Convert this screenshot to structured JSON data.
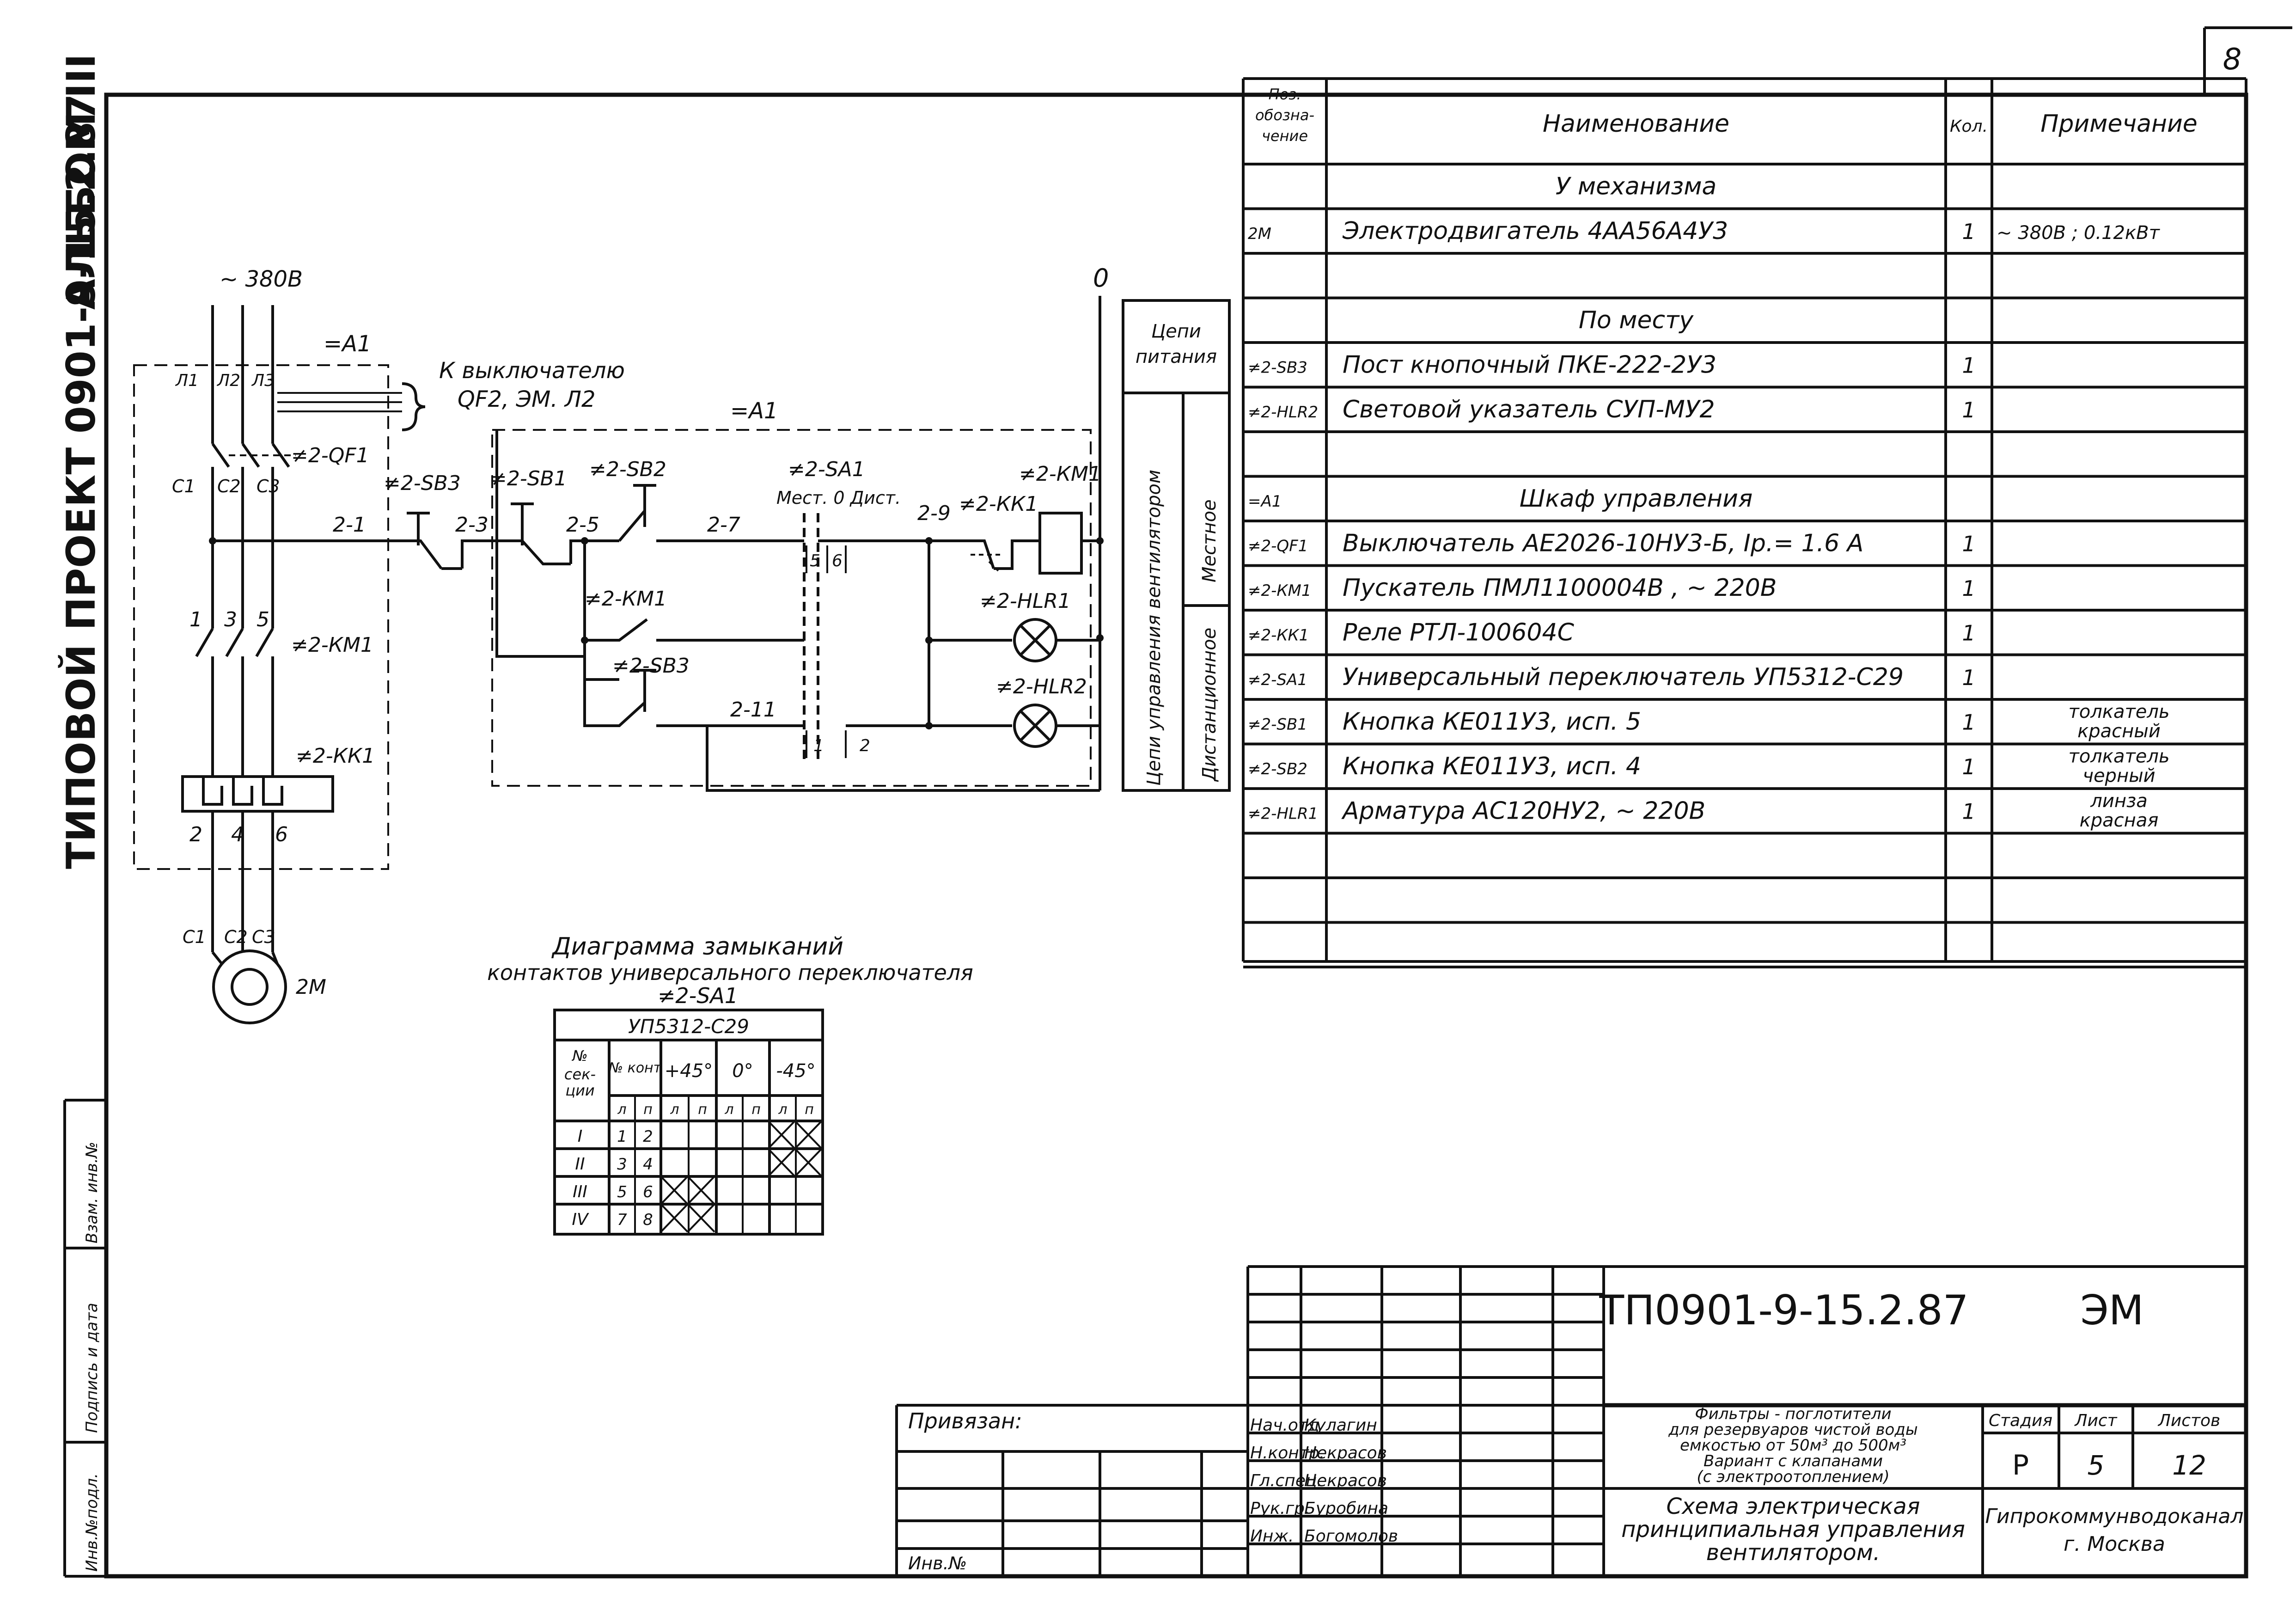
{
  "sheet_number": "8",
  "side": {
    "project": "ТИПОВОЙ ПРОЕКТ 0901-9-15.2.87",
    "album": "АЛЬБОМ III",
    "inv_podl": "Инв.№подл.",
    "podpis": "Подпись и дата",
    "vzam": "Взам. инв.№"
  },
  "spec": {
    "headers": [
      "Поз. обозна- чение",
      "Наименование",
      "Кол.",
      "Примечание"
    ],
    "rows": [
      {
        "pos": "",
        "name": "У механизма",
        "qty": "",
        "note": "",
        "group": true
      },
      {
        "pos": "2М",
        "name": "Электродвигатель 4АА56А4У3",
        "qty": "1",
        "note": "~ 380В ; 0.12кВт"
      },
      {
        "pos": "",
        "name": "",
        "qty": "",
        "note": ""
      },
      {
        "pos": "",
        "name": "По месту",
        "qty": "",
        "note": "",
        "group": true
      },
      {
        "pos": "≠2-SB3",
        "name": "Пост кнопочный ПКЕ-222-2У3",
        "qty": "1",
        "note": ""
      },
      {
        "pos": "≠2-HLR2",
        "name": "Световой указатель СУП-МУ2",
        "qty": "1",
        "note": ""
      },
      {
        "pos": "",
        "name": "",
        "qty": "",
        "note": ""
      },
      {
        "pos": "=А1",
        "name": "Шкаф управления",
        "qty": "",
        "note": "",
        "group": true
      },
      {
        "pos": "≠2-QF1",
        "name": "Выключатель АЕ2026-10НУ3-Б, Iр.= 1.6 А",
        "qty": "1",
        "note": ""
      },
      {
        "pos": "≠2-КМ1",
        "name": "Пускатель ПМЛ1100004В , ~ 220В",
        "qty": "1",
        "note": ""
      },
      {
        "pos": "≠2-КК1",
        "name": "Реле РТЛ-100604С",
        "qty": "1",
        "note": ""
      },
      {
        "pos": "≠2-SA1",
        "name": "Универсальный переключатель УП5312-С29",
        "qty": "1",
        "note": ""
      },
      {
        "pos": "≠2-SB1",
        "name": "Кнопка КЕ011У3, исп. 5",
        "qty": "1",
        "note": "толкатель красный"
      },
      {
        "pos": "≠2-SB2",
        "name": "Кнопка КЕ011У3, исп. 4",
        "qty": "1",
        "note": "толкатель черный"
      },
      {
        "pos": "≠2-HLR1",
        "name": "Арматура АС120НУ2, ~ 220В",
        "qty": "1",
        "note": "линза красная"
      },
      {
        "pos": "",
        "name": "",
        "qty": "",
        "note": ""
      },
      {
        "pos": "",
        "name": "",
        "qty": "",
        "note": ""
      },
      {
        "pos": "",
        "name": "",
        "qty": "",
        "note": ""
      }
    ]
  },
  "circuits": {
    "power": "Цепи питания",
    "control": "Цепи управления вентилятором",
    "local": "Местное",
    "remote": "Дистанционное"
  },
  "schematic": {
    "supply": "~ 380В",
    "phases": [
      "Л1",
      "Л2",
      "Л3"
    ],
    "cs": [
      "С1",
      "С2",
      "С3"
    ],
    "nums_top": [
      "1",
      "3",
      "5"
    ],
    "nums_bot": [
      "2",
      "4",
      "6"
    ],
    "assembly1": "=А1",
    "assembly2": "=А1",
    "note_line1": "К выключателю",
    "note_line2": "QF2, ЭМ. Л2",
    "qf1": "≠2-QF1",
    "km1_main": "≠2-КМ1",
    "kk1_main": "≠2-КК1",
    "motor": "2М",
    "sb3": "≠2-SB3",
    "sb1": "≠2-SB1",
    "sb2": "≠2-SB2",
    "sa1": "≠2-SA1",
    "sa1_modes": "Мест. 0 Дист.",
    "kk1_ctrl": "≠2-КК1",
    "km1_coil": "≠2-КМ1",
    "km1_aux": "≠2-КМ1",
    "sb3_lower": "≠2-SB3",
    "hlr1": "≠2-HLR1",
    "hlr2": "≠2-HLR2",
    "zero": "0",
    "nodes": [
      "2-1",
      "2-3",
      "2-5",
      "2-7",
      "2-9",
      "2-11"
    ],
    "sa_contacts": [
      "5",
      "6",
      "1",
      "2"
    ]
  },
  "diagram": {
    "title1": "Диаграмма замыканий",
    "title2": "контактов универсального переключателя",
    "title3": "≠2-SA1",
    "model": "УП5312-С29",
    "h_section": "№ сек- ции",
    "h_contact": "№ конт",
    "h_p45": "+45°",
    "h_0": "0°",
    "h_m45": "-45°",
    "lp": [
      "л",
      "п",
      "л",
      "п",
      "л",
      "п",
      "л",
      "п"
    ],
    "rows": [
      {
        "sec": "I",
        "k1": "1",
        "k2": "2",
        "marks": [
          0,
          0,
          0,
          0,
          1,
          1
        ]
      },
      {
        "sec": "II",
        "k1": "3",
        "k2": "4",
        "marks": [
          0,
          0,
          0,
          0,
          1,
          1
        ]
      },
      {
        "sec": "III",
        "k1": "5",
        "k2": "6",
        "marks": [
          1,
          1,
          0,
          0,
          0,
          0
        ]
      },
      {
        "sec": "IV",
        "k1": "7",
        "k2": "8",
        "marks": [
          1,
          1,
          0,
          0,
          0,
          0
        ]
      }
    ]
  },
  "title_block": {
    "code": "ТП0901-9-15.2.87",
    "mark": "ЭМ",
    "bound": "Привязан:",
    "inv": "Инв.№",
    "roles": [
      "Нач.отд",
      "Н.контр.",
      "Гл.спец.",
      "Рук.гр.",
      "Инж."
    ],
    "names": [
      "Кулагин",
      "Некрасов",
      "Некрасов",
      "Буробина",
      "Богомолов"
    ],
    "object": "Фильтры - поглотители для резервуаров чистой воды емкостью от 50м³ до 500м³ Вариант с клапанами (с электроотоплением)",
    "object_lines": [
      "Фильтры - поглотители",
      "для резервуаров чистой воды",
      "емкостью от 50м³ до 500м³",
      "Вариант с клапанами",
      "(с электроотоплением)"
    ],
    "sheet_title_lines": [
      "Схема электрическая",
      "принципиальная управления",
      "вентилятором."
    ],
    "stage_label": "Стадия",
    "sheet_label": "Лист",
    "sheets_label": "Листов",
    "stage": "Р",
    "sheet": "5",
    "sheets": "12",
    "org1": "Гипрокоммунводоканал",
    "org2": "г. Москва"
  }
}
